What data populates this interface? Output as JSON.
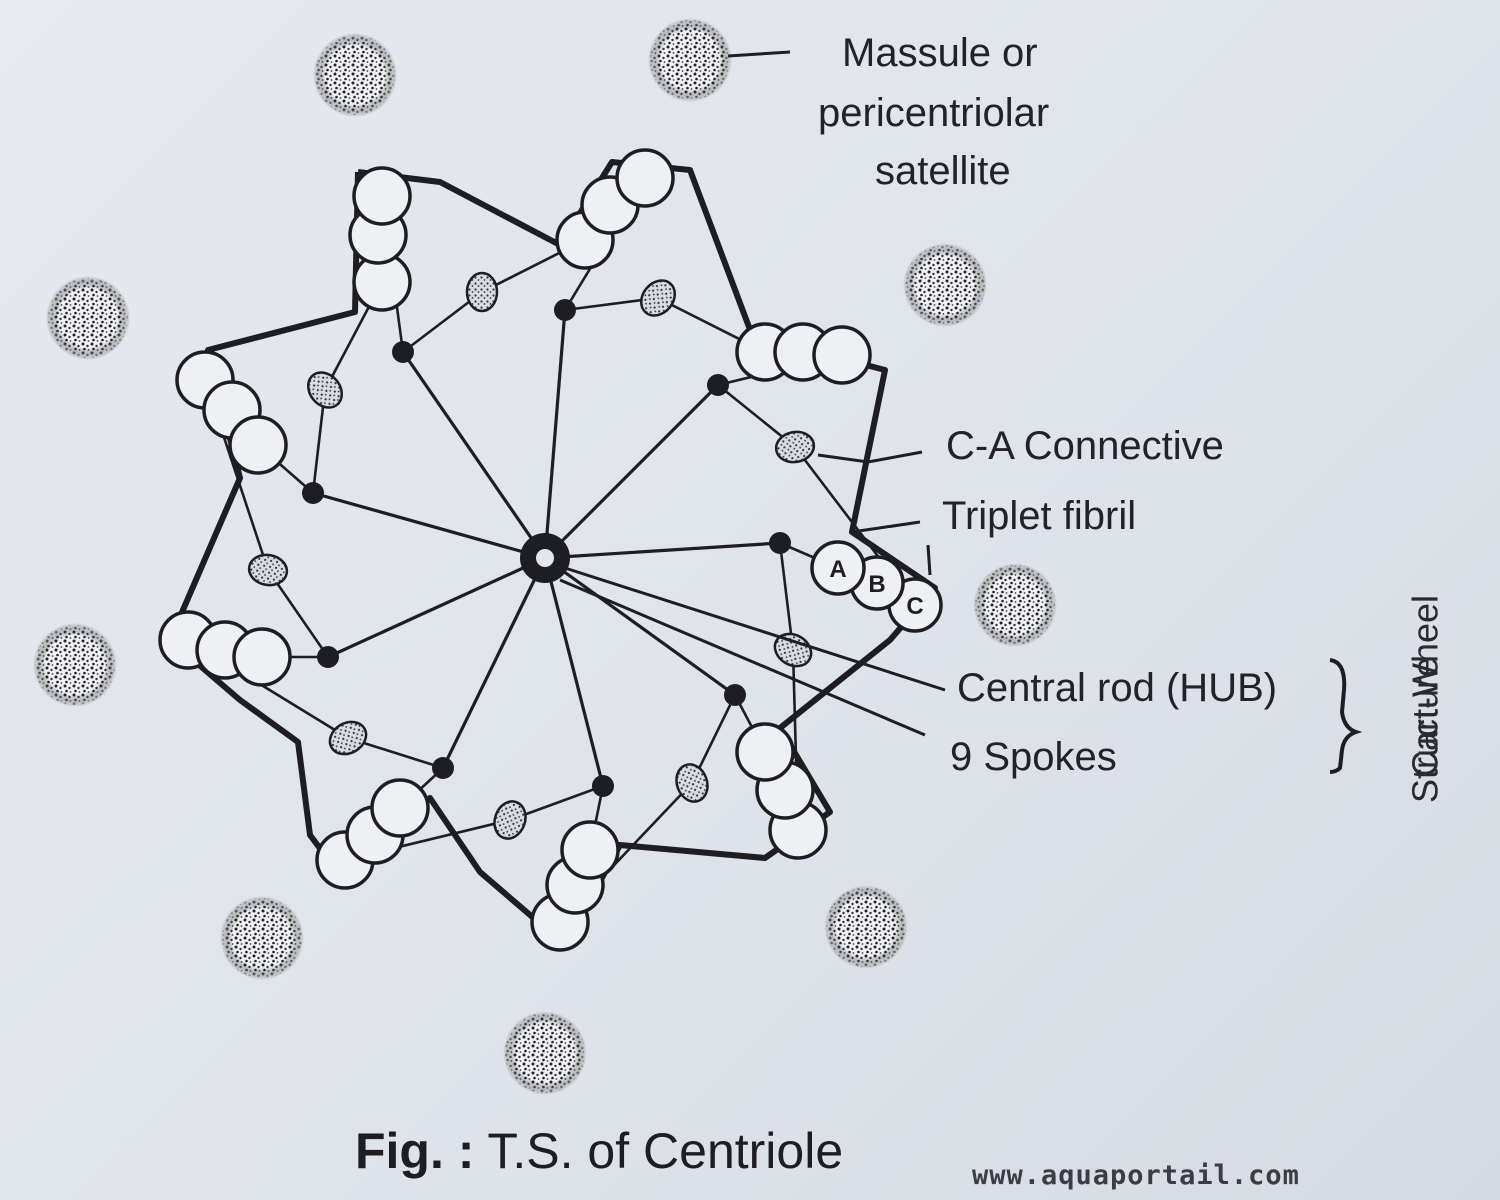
{
  "labels": {
    "massule_line1": "Massule or",
    "massule_line2": "pericentriolar",
    "massule_line3": "satellite",
    "ca_connective": "C-A Connective",
    "triplet_fibril": "Triplet fibril",
    "central_rod": "Central rod (HUB)",
    "spokes": "9 Spokes",
    "cartwheel_line1": "Cart-Wheel",
    "cartwheel_line2": "Structure"
  },
  "tubule_letters": [
    "A",
    "B",
    "C"
  ],
  "caption": {
    "prefix": "Fig. :",
    "text": " T.S. of Centriole"
  },
  "watermark": "www.aquaportail.com",
  "colors": {
    "ink": "#1d1d22",
    "paper": "#e3e6ec"
  }
}
